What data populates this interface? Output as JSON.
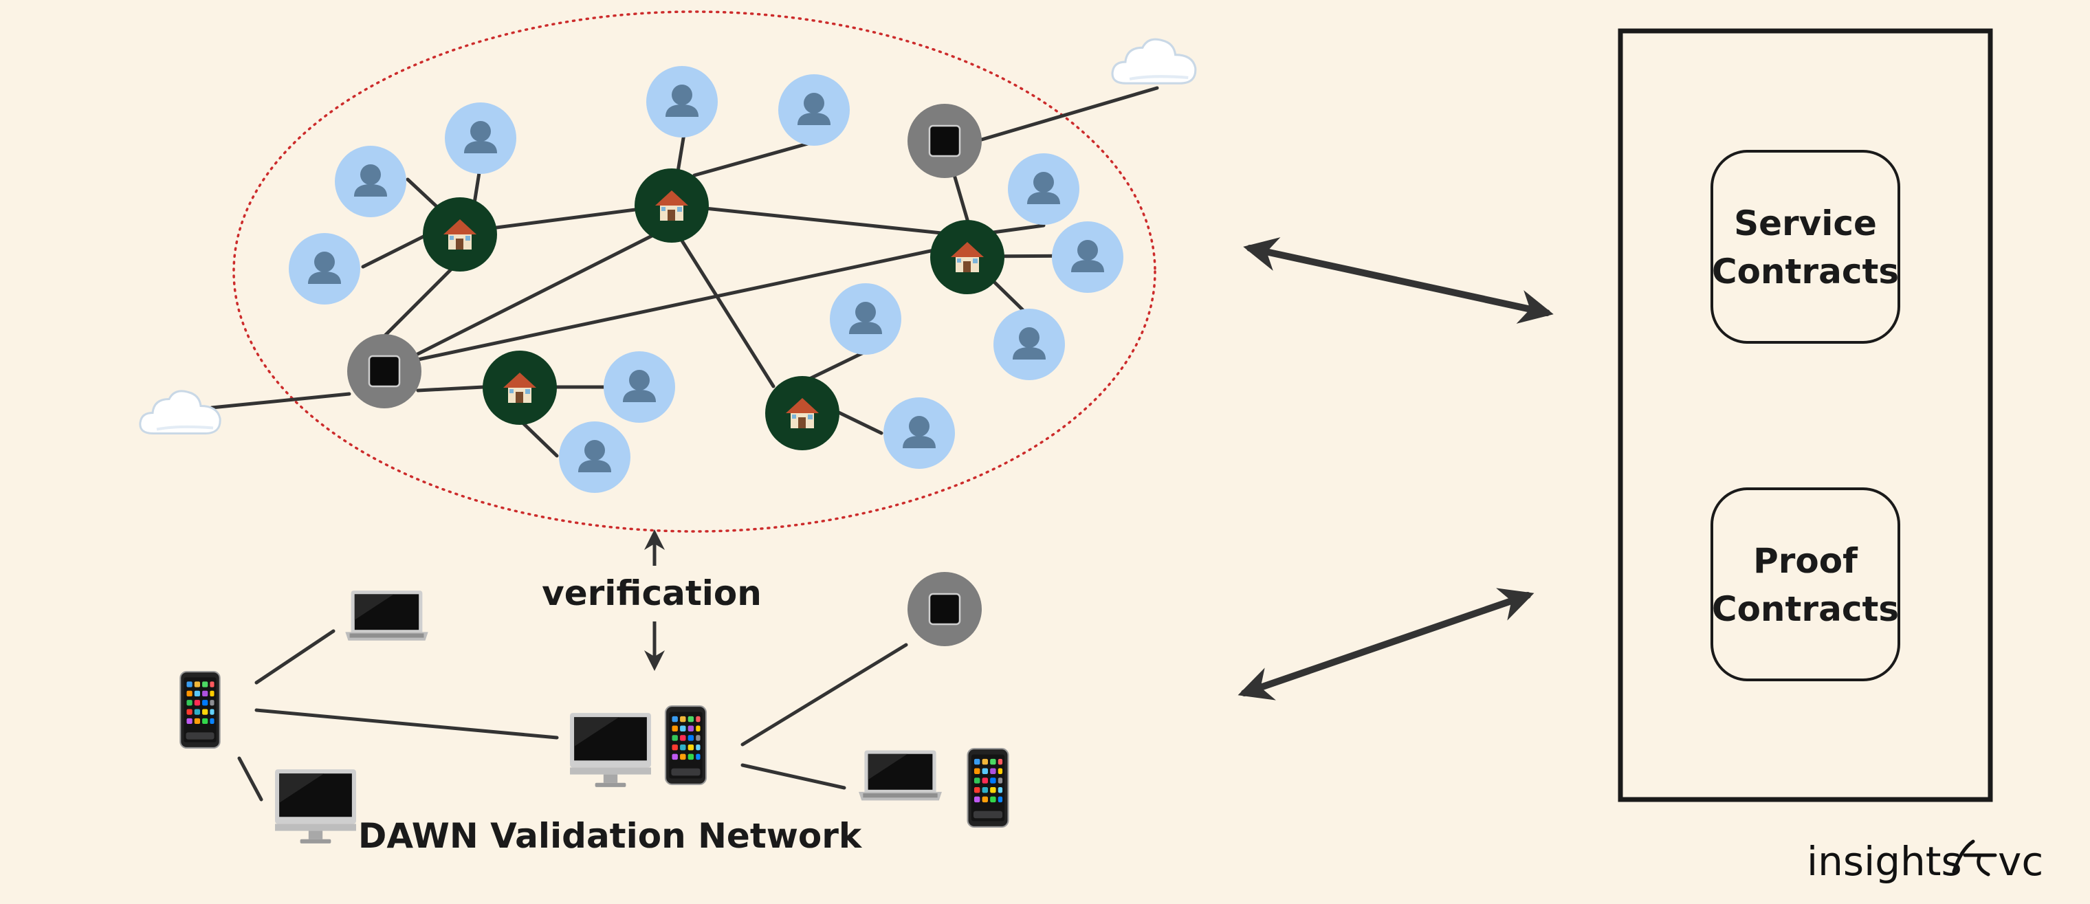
{
  "colors": {
    "background": "#fbf3e5",
    "edge": "#333333",
    "arrow": "#333333",
    "boundary": "#cc2b2b",
    "user_node": "#acd0f5",
    "user_glyph": "#5b7d9c",
    "house_node": "#0f3d22",
    "device_node": "#7d7d7d",
    "contract_box": "#1a1a1a"
  },
  "labels": {
    "verification": "verification",
    "network": "DAWN Validation Network",
    "contracts": [
      {
        "lines": [
          "Service",
          "Contracts"
        ]
      },
      {
        "lines": [
          "Proof",
          "Contracts"
        ]
      }
    ],
    "watermark_left": "insights",
    "watermark_right": "vc"
  },
  "node_types": {
    "user": "user-icon",
    "house": "house-icon",
    "device": "device-icon",
    "cloud": "cloud-icon",
    "phone": "phone-icon",
    "laptop": "laptop-icon",
    "monitor": "monitor-icon"
  }
}
